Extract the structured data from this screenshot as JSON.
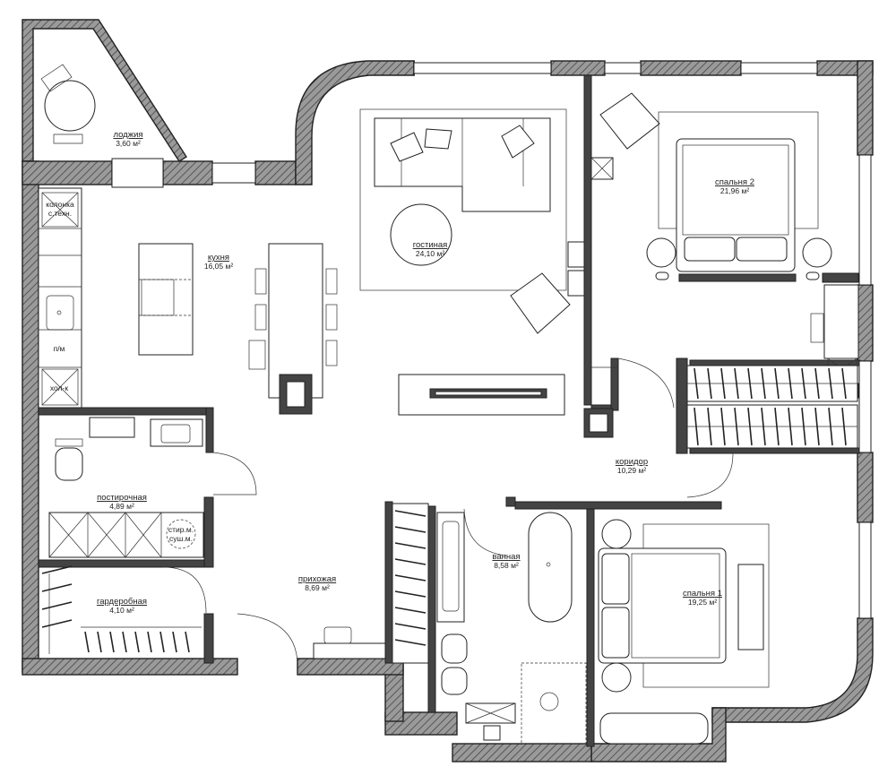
{
  "rooms": [
    {
      "id": "loggia",
      "name": "лоджия",
      "area": "3,60 м²"
    },
    {
      "id": "kitchen",
      "name": "кухня",
      "area": "16,05 м²"
    },
    {
      "id": "living",
      "name": "гостиная",
      "area": "24,10 м²"
    },
    {
      "id": "bedroom2",
      "name": "спальня 2",
      "area": "21,96 м²"
    },
    {
      "id": "corridor",
      "name": "коридор",
      "area": "10,29 м²"
    },
    {
      "id": "laundry",
      "name": "постирочная",
      "area": "4,89 м²"
    },
    {
      "id": "wardrobe",
      "name": "гардеробная",
      "area": "4,10 м²"
    },
    {
      "id": "hall",
      "name": "прихожая",
      "area": "8,69 м²"
    },
    {
      "id": "bathroom",
      "name": "ванная",
      "area": "8,58 м²"
    },
    {
      "id": "bedroom1",
      "name": "спальня 1",
      "area": "19,25 м²"
    }
  ],
  "fixtures": {
    "column_line1": "колонка",
    "column_line2": "с.техн.",
    "dishwasher": "п/м",
    "fridge": "хол-к",
    "washer_line1": "стир.м.",
    "washer_line2": "суш.м."
  },
  "colors": {
    "wall": "#555555",
    "line": "#222222",
    "background": "#ffffff"
  }
}
